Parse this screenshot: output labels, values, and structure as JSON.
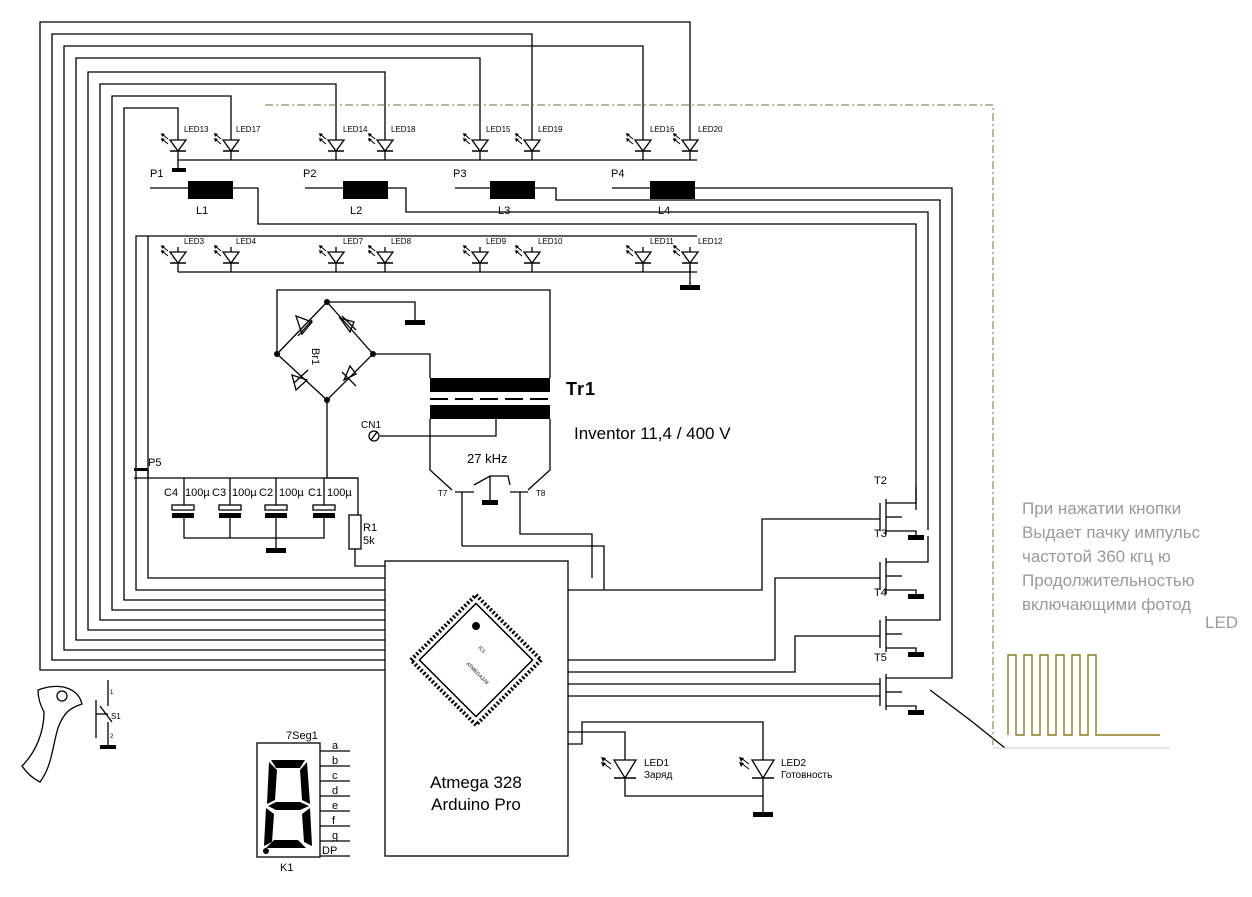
{
  "top_leds": [
    {
      "id": "led13",
      "label": "LED13"
    },
    {
      "id": "led17",
      "label": "LED17"
    },
    {
      "id": "led14",
      "label": "LED14"
    },
    {
      "id": "led18",
      "label": "LED18"
    },
    {
      "id": "led15",
      "label": "LED15"
    },
    {
      "id": "led19",
      "label": "LED19"
    },
    {
      "id": "led16",
      "label": "LED16"
    },
    {
      "id": "led20",
      "label": "LED20"
    }
  ],
  "mid_leds": [
    {
      "id": "led3",
      "label": "LED3"
    },
    {
      "id": "led4",
      "label": "LED4"
    },
    {
      "id": "led7",
      "label": "LED7"
    },
    {
      "id": "led8",
      "label": "LED8"
    },
    {
      "id": "led9",
      "label": "LED9"
    },
    {
      "id": "led10",
      "label": "LED10"
    },
    {
      "id": "led11",
      "label": "LED11"
    },
    {
      "id": "led12",
      "label": "LED12"
    }
  ],
  "coils": [
    {
      "id": "l1",
      "pin": "P1",
      "label": "L1"
    },
    {
      "id": "l2",
      "pin": "P2",
      "label": "L2"
    },
    {
      "id": "l3",
      "pin": "P3",
      "label": "L3"
    },
    {
      "id": "l4",
      "pin": "P4",
      "label": "L4"
    }
  ],
  "bridge": {
    "label": "Br1"
  },
  "transformer": {
    "label": "Tr1",
    "caption": "Inventor 11,4 / 400 V",
    "freq": "27 kHz"
  },
  "connector": {
    "label": "CN1"
  },
  "driver_transistors": {
    "left": "T7",
    "right": "T8"
  },
  "capacitors": {
    "pin": "P5",
    "items": [
      {
        "id": "c4",
        "label": "C4",
        "value": "100µ"
      },
      {
        "id": "c3",
        "label": "C3",
        "value": "100µ"
      },
      {
        "id": "c2",
        "label": "C2",
        "value": "100µ"
      },
      {
        "id": "c1",
        "label": "C1",
        "value": "100µ"
      }
    ]
  },
  "resistor": {
    "label": "R1",
    "value": "5k"
  },
  "mosfets": [
    {
      "id": "t2",
      "label": "T2"
    },
    {
      "id": "t3",
      "label": "T3"
    },
    {
      "id": "t4",
      "label": "T4"
    },
    {
      "id": "t5",
      "label": "T5"
    }
  ],
  "mcu": {
    "line1": "Atmega 328",
    "line2": "Arduino Pro",
    "chip_text1": "ATMEGA328",
    "chip_text2": "IC1"
  },
  "switch": {
    "label": "S1",
    "pin1": "1",
    "pin2": "2"
  },
  "seven_seg": {
    "label": "7Seg1",
    "bottom_label": "K1",
    "segments": [
      "a",
      "b",
      "c",
      "d",
      "e",
      "f",
      "g",
      "DP"
    ]
  },
  "status_leds": [
    {
      "id": "led1",
      "label": "LED1",
      "caption": "Заряд"
    },
    {
      "id": "led2",
      "label": "LED2",
      "caption": "Готовность"
    }
  ],
  "note_lines": [
    "При нажатии кнопки",
    "Выдает пачку импульс",
    "частотой 360 кгц ю",
    "Продолжительностью",
    "включающими фотод"
  ],
  "note_fragment": "LED",
  "colors": {
    "wire": "#000000",
    "note_text": "#9a9a9a",
    "pulse": "#8a7a1e",
    "dashed_frame": "#6b7a3a",
    "background": "#ffffff"
  }
}
